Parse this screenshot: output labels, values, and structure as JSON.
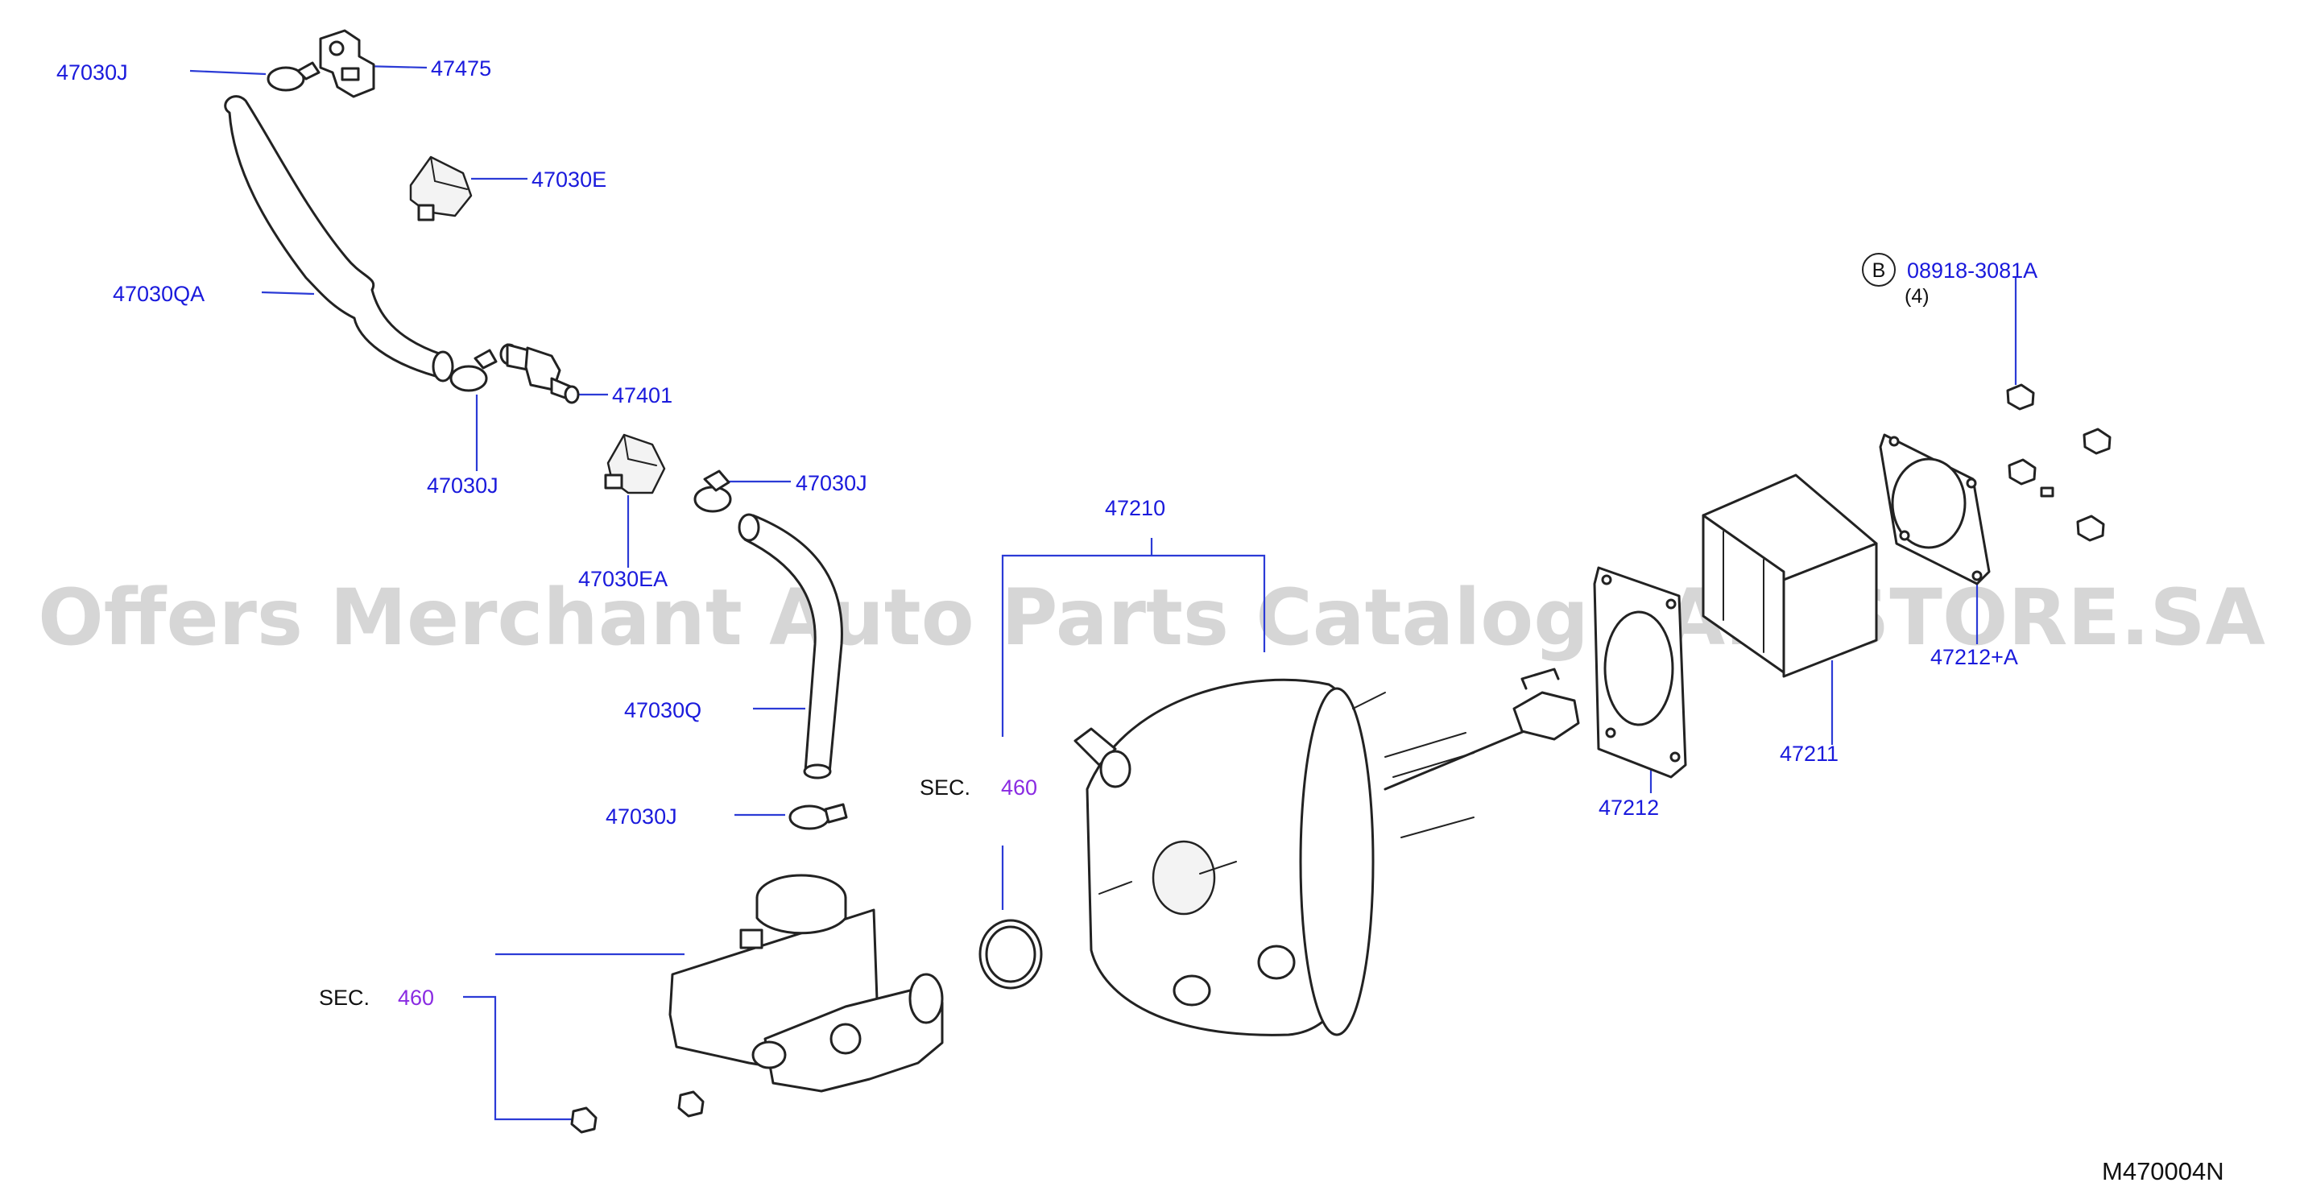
{
  "watermark": "Offers Merchant Auto Parts Catalog PARTSTORE.SA",
  "figure_code": "M470004N",
  "callouts": {
    "clamp_top": "47030J",
    "valve_top": "47475",
    "bracket_e": "47030E",
    "hose_qa": "47030QA",
    "check_valve": "47401",
    "clamp_mid_left": "47030J",
    "bracket_ea": "47030EA",
    "clamp_mid_right": "47030J",
    "hose_q": "47030Q",
    "clamp_bottom": "47030J",
    "booster": "47210",
    "spacer": "47211",
    "gasket": "47212",
    "gasket_a": "47212+A",
    "nut": "08918-3081A",
    "nut_qty": "(4)",
    "nut_circle": "B"
  },
  "section_refs": {
    "booster_sec": {
      "prefix": "SEC.",
      "number": "460"
    },
    "master_sec": {
      "prefix": "SEC.",
      "number": "460"
    }
  }
}
